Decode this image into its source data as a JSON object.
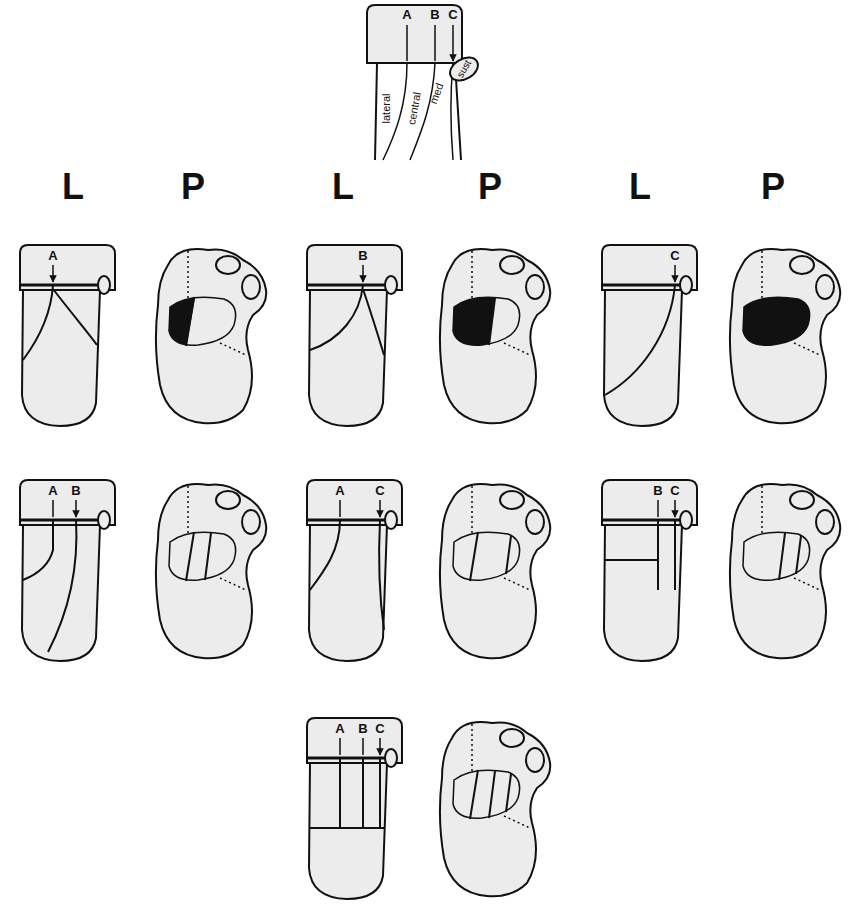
{
  "diagram": {
    "labels": [
      "A",
      "B",
      "C",
      "lateral",
      "central",
      "med",
      "sust",
      "L",
      "P",
      "L",
      "P",
      "L",
      "P",
      "A",
      "B",
      "C",
      "A",
      "B",
      "A",
      "C",
      "B",
      "C",
      "A",
      "B",
      "C"
    ]
  }
}
